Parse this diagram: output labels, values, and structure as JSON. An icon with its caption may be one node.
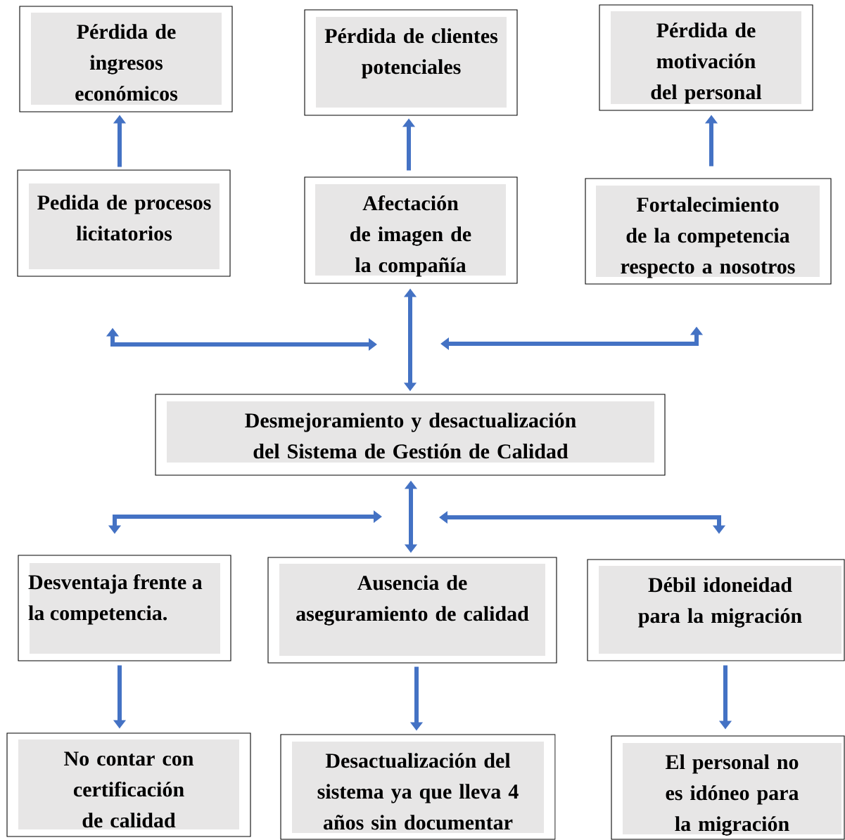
{
  "diagram": {
    "nodes": [
      {
        "text": [
          "Pérdida de ingresos económicos"
        ]
      },
      {
        "text": [
          "Pérdida de clientes potenciales"
        ]
      },
      {
        "text": [
          "Pérdida de motivación del personal"
        ]
      },
      {
        "text": [
          "Pedida de procesos licitatorios"
        ]
      },
      {
        "text": [
          "Afectación de imagen de la compañía"
        ]
      },
      {
        "text": [
          "Fortalecimiento de la competencia respecto a nosotros"
        ]
      },
      {
        "text": [
          "Desmejoramiento y desactualización del Sistema de Gestión de Calidad"
        ]
      },
      {
        "text": [
          "Desventaja frente a la competencia."
        ]
      },
      {
        "text": [
          "Ausencia de aseguramiento de calidad"
        ]
      },
      {
        "text": [
          "Débil idoneidad para la migración"
        ]
      },
      {
        "text": [
          "No contar con certificación de calidad"
        ]
      },
      {
        "text": [
          "Desactualización del sistema ya que lleva 4 años sin documentar"
        ]
      },
      {
        "text": [
          "El personal no es idóneo para la migración"
        ]
      }
    ],
    "edges": [
      {
        "from": 3,
        "to": 0,
        "arrow": "to"
      },
      {
        "from": 4,
        "to": 1,
        "arrow": "to"
      },
      {
        "from": 5,
        "to": 2,
        "arrow": "to"
      },
      {
        "from": 6,
        "to": 4,
        "arrow": "both"
      },
      {
        "from": null,
        "to": 3,
        "arrow": "both"
      },
      {
        "from": null,
        "to": 5,
        "arrow": "both"
      },
      {
        "from": 6,
        "to": 8,
        "arrow": "both"
      },
      {
        "from": null,
        "to": 7,
        "arrow": "both"
      },
      {
        "from": null,
        "to": 9,
        "arrow": "both"
      },
      {
        "from": 7,
        "to": 10,
        "arrow": "to"
      },
      {
        "from": 8,
        "to": 11,
        "arrow": "to"
      },
      {
        "from": 9,
        "to": 12,
        "arrow": "to"
      }
    ]
  }
}
